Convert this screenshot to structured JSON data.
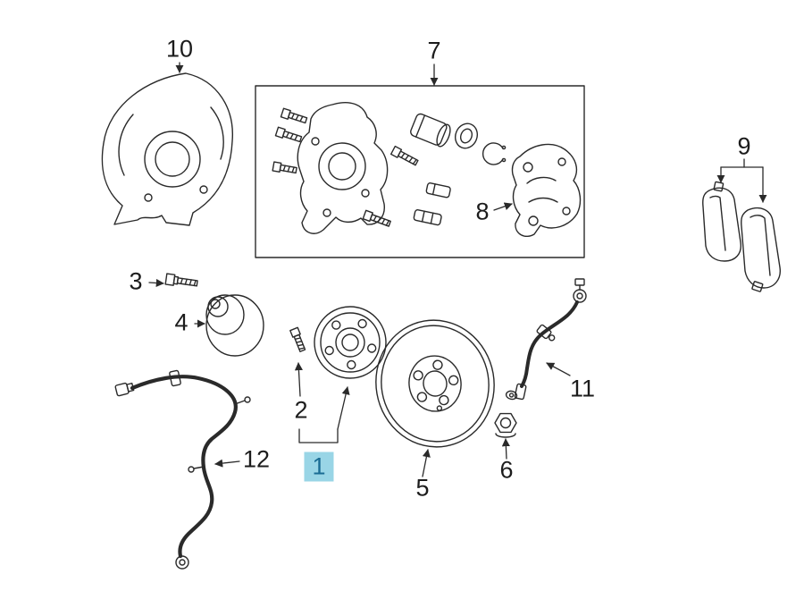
{
  "colors": {
    "background": "#ffffff",
    "line_art": "#2a2a2a",
    "label_text": "#1c1c1c",
    "highlight_background": "#99d5e6",
    "highlight_text": "#1a6c94"
  },
  "parts": [
    {
      "label": "1",
      "highlighted": true,
      "depicts": "hub-and-bolt-assembly"
    },
    {
      "label": "2",
      "highlighted": false,
      "depicts": "hub-mounting-bolt"
    },
    {
      "label": "3",
      "highlighted": false,
      "depicts": "bolt"
    },
    {
      "label": "4",
      "highlighted": false,
      "depicts": "dust-cap"
    },
    {
      "label": "5",
      "highlighted": false,
      "depicts": "brake-rotor-disc"
    },
    {
      "label": "6",
      "highlighted": false,
      "depicts": "lock-nut"
    },
    {
      "label": "7",
      "highlighted": false,
      "depicts": "knuckle-with-caliper-kit"
    },
    {
      "label": "8",
      "highlighted": false,
      "depicts": "caliper-mounting-bracket"
    },
    {
      "label": "9",
      "highlighted": false,
      "depicts": "brake-pads"
    },
    {
      "label": "10",
      "highlighted": false,
      "depicts": "splash-dust-shield"
    },
    {
      "label": "11",
      "highlighted": false,
      "depicts": "flexible-brake-hose"
    },
    {
      "label": "12",
      "highlighted": false,
      "depicts": "abs-speed-sensor-wire"
    }
  ]
}
